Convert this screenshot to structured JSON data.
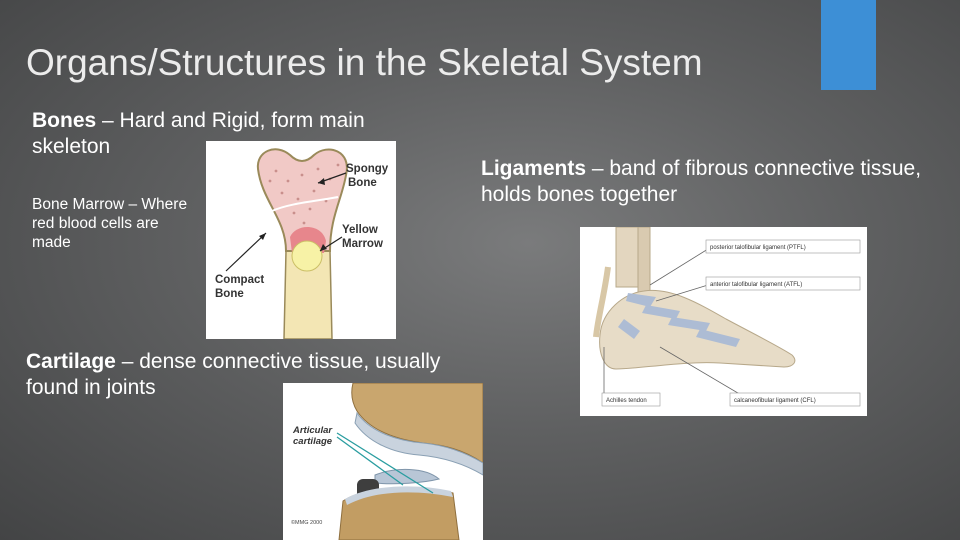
{
  "slide": {
    "title": "Organs/Structures in the Skeletal System",
    "accent_color": "#3d8fd6"
  },
  "bones": {
    "term": "Bones",
    "desc": " – Hard and Rigid, form main skeleton"
  },
  "bone_marrow": {
    "text": "Bone Marrow – Where red blood cells are made"
  },
  "cartilage": {
    "term": "Cartilage",
    "desc": " – dense connective tissue, usually found in joints"
  },
  "ligaments": {
    "term": "Ligaments",
    "desc": " – band of fibrous connective tissue, holds bones together"
  },
  "bone_diagram": {
    "labels": {
      "spongy_1": "Spongy",
      "spongy_2": "Bone",
      "yellow_1": "Yellow",
      "yellow_2": "Marrow",
      "compact_1": "Compact",
      "compact_2": "Bone"
    }
  },
  "cartilage_diagram": {
    "labels": {
      "articular_1": "Articular",
      "articular_2": "cartilage",
      "credit": "©MMG 2000"
    }
  },
  "foot_diagram": {
    "labels": {
      "ptfl": "posterior talofibular ligament (PTFL)",
      "atfl": "anterior talofibular ligament (ATFL)",
      "achilles": "Achilles tendon",
      "cfl": "calcaneofibular ligament (CFL)"
    }
  }
}
